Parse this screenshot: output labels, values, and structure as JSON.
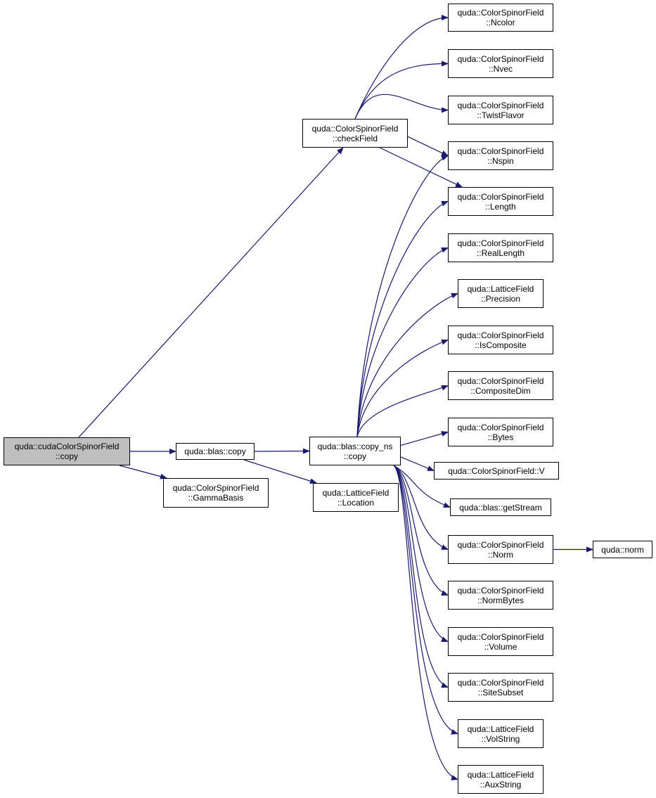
{
  "colors": {
    "edge": "#191970",
    "root_fill": "#bfbfbf",
    "node_border": "#000000"
  },
  "nodes": [
    {
      "id": "root",
      "lines": [
        "quda::cudaColorSpinorField",
        "::copy"
      ],
      "root": true
    },
    {
      "id": "checkField",
      "lines": [
        "quda::ColorSpinorField",
        "::checkField"
      ]
    },
    {
      "id": "blascopy",
      "lines": [
        "quda::blas::copy"
      ]
    },
    {
      "id": "gammaBasis",
      "lines": [
        "quda::ColorSpinorField",
        "::GammaBasis"
      ]
    },
    {
      "id": "copyns",
      "lines": [
        "quda::blas::copy_ns",
        "::copy"
      ]
    },
    {
      "id": "location",
      "lines": [
        "quda::LatticeField",
        "::Location"
      ]
    },
    {
      "id": "ncolor",
      "lines": [
        "quda::ColorSpinorField",
        "::Ncolor"
      ]
    },
    {
      "id": "nvec",
      "lines": [
        "quda::ColorSpinorField",
        "::Nvec"
      ]
    },
    {
      "id": "twistFlavor",
      "lines": [
        "quda::ColorSpinorField",
        "::TwistFlavor"
      ]
    },
    {
      "id": "nspin",
      "lines": [
        "quda::ColorSpinorField",
        "::Nspin"
      ]
    },
    {
      "id": "length",
      "lines": [
        "quda::ColorSpinorField",
        "::Length"
      ]
    },
    {
      "id": "realLength",
      "lines": [
        "quda::ColorSpinorField",
        "::RealLength"
      ]
    },
    {
      "id": "precision",
      "lines": [
        "quda::LatticeField",
        "::Precision"
      ]
    },
    {
      "id": "isComposite",
      "lines": [
        "quda::ColorSpinorField",
        "::IsComposite"
      ]
    },
    {
      "id": "compositeDim",
      "lines": [
        "quda::ColorSpinorField",
        "::CompositeDim"
      ]
    },
    {
      "id": "bytes",
      "lines": [
        "quda::ColorSpinorField",
        "::Bytes"
      ]
    },
    {
      "id": "v",
      "lines": [
        "quda::ColorSpinorField::V"
      ]
    },
    {
      "id": "getStream",
      "lines": [
        "quda::blas::getStream"
      ]
    },
    {
      "id": "norm",
      "lines": [
        "quda::ColorSpinorField",
        "::Norm"
      ]
    },
    {
      "id": "qudaNorm",
      "lines": [
        "quda::norm"
      ]
    },
    {
      "id": "normBytes",
      "lines": [
        "quda::ColorSpinorField",
        "::NormBytes"
      ]
    },
    {
      "id": "volume",
      "lines": [
        "quda::ColorSpinorField",
        "::Volume"
      ]
    },
    {
      "id": "siteSubset",
      "lines": [
        "quda::ColorSpinorField",
        "::SiteSubset"
      ]
    },
    {
      "id": "volString",
      "lines": [
        "quda::LatticeField",
        "::VolString"
      ]
    },
    {
      "id": "auxString",
      "lines": [
        "quda::LatticeField",
        "::AuxString"
      ]
    }
  ],
  "edges": [
    {
      "from": "root",
      "to": "checkField"
    },
    {
      "from": "root",
      "to": "blascopy"
    },
    {
      "from": "root",
      "to": "gammaBasis"
    },
    {
      "from": "checkField",
      "to": "ncolor"
    },
    {
      "from": "checkField",
      "to": "nvec"
    },
    {
      "from": "checkField",
      "to": "twistFlavor"
    },
    {
      "from": "checkField",
      "to": "nspin"
    },
    {
      "from": "checkField",
      "to": "length"
    },
    {
      "from": "blascopy",
      "to": "copyns"
    },
    {
      "from": "blascopy",
      "to": "location"
    },
    {
      "from": "copyns",
      "to": "nspin"
    },
    {
      "from": "copyns",
      "to": "length"
    },
    {
      "from": "copyns",
      "to": "realLength"
    },
    {
      "from": "copyns",
      "to": "precision"
    },
    {
      "from": "copyns",
      "to": "isComposite"
    },
    {
      "from": "copyns",
      "to": "compositeDim"
    },
    {
      "from": "copyns",
      "to": "bytes"
    },
    {
      "from": "copyns",
      "to": "v"
    },
    {
      "from": "copyns",
      "to": "getStream"
    },
    {
      "from": "copyns",
      "to": "norm"
    },
    {
      "from": "copyns",
      "to": "normBytes"
    },
    {
      "from": "copyns",
      "to": "volume"
    },
    {
      "from": "copyns",
      "to": "siteSubset"
    },
    {
      "from": "copyns",
      "to": "volString"
    },
    {
      "from": "copyns",
      "to": "auxString"
    },
    {
      "from": "norm",
      "to": "qudaNorm"
    }
  ]
}
